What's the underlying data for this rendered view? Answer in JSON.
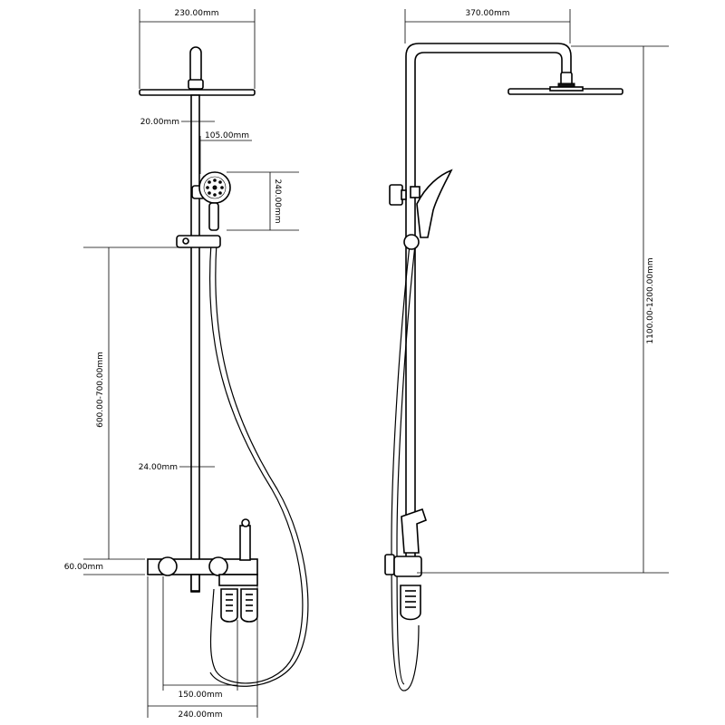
{
  "front_view": {
    "dimensions": {
      "head_width": "230.00mm",
      "arm_offset": "20.00mm",
      "handheld_offset": "105.00mm",
      "handheld_height": "240.00mm",
      "slider_height": "600.00-700.00mm",
      "rail_diameter": "24.00mm",
      "mixer_height": "60.00mm",
      "outlet_spacing": "150.00mm",
      "mixer_width": "240.00mm"
    }
  },
  "side_view": {
    "dimensions": {
      "arm_reach": "370.00mm",
      "total_height": "1100.00-1200.00mm"
    }
  }
}
